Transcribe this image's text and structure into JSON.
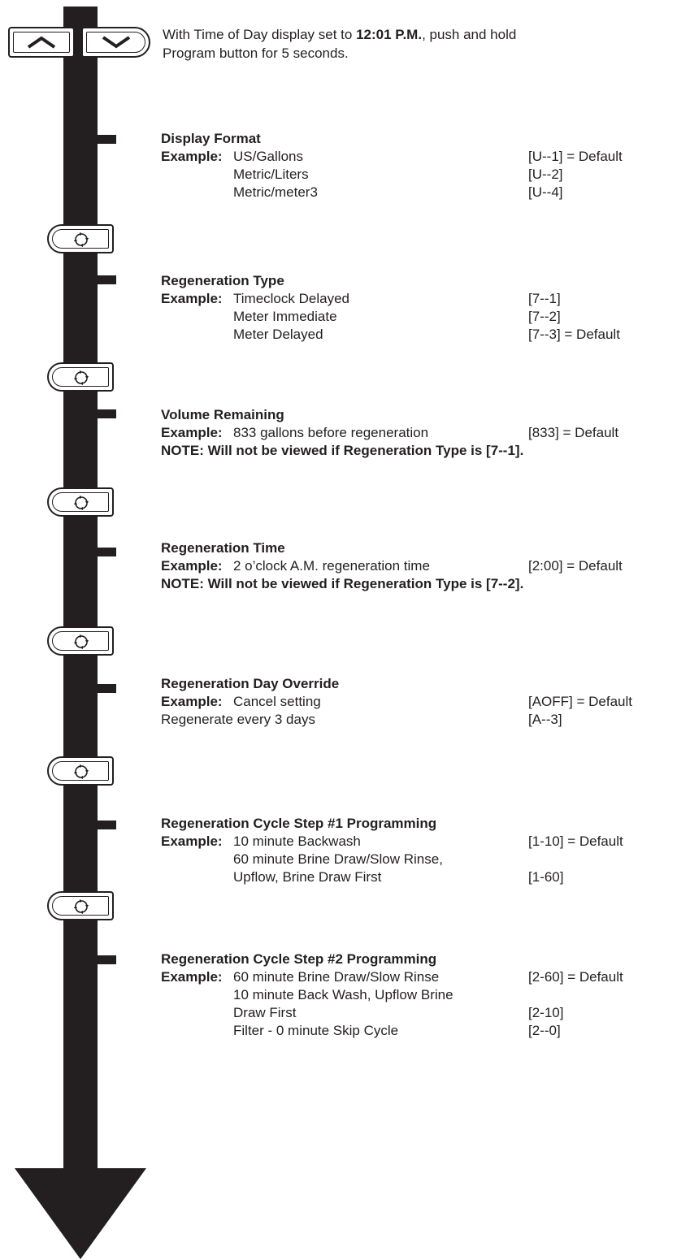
{
  "intro": {
    "pre": "With Time of Day display set to ",
    "time": "12:01 P.M.",
    "post": ", push and hold",
    "line2": "Program button for 5 seconds."
  },
  "icons": {
    "up": "chevron-up-icon",
    "down": "chevron-down-icon",
    "program": "recycle-arrows-icon"
  },
  "sections": [
    {
      "title": "Display Format",
      "rows": [
        {
          "label": "Example:",
          "text": "US/Gallons",
          "code": "[U--1] = Default"
        },
        {
          "label": "",
          "text": "Metric/Liters",
          "code": "[U--2]"
        },
        {
          "label": "",
          "text": "Metric/meter3",
          "code": "[U--4]"
        }
      ],
      "note": ""
    },
    {
      "title": "Regeneration Type",
      "rows": [
        {
          "label": "Example:",
          "text": "Timeclock Delayed",
          "code": "[7--1]"
        },
        {
          "label": "",
          "text": "Meter Immediate",
          "code": "[7--2]"
        },
        {
          "label": "",
          "text": "Meter Delayed",
          "code": "[7--3] = Default"
        }
      ],
      "note": ""
    },
    {
      "title": "Volume Remaining",
      "rows": [
        {
          "label": "Example:",
          "text": "833 gallons before regeneration",
          "code": "[833] = Default"
        }
      ],
      "note": "NOTE: Will not be viewed if Regeneration Type is [7--1]."
    },
    {
      "title": "Regeneration Time",
      "rows": [
        {
          "label": "Example:",
          "text": "2 o’clock A.M. regeneration time",
          "code": "[2:00] = Default"
        }
      ],
      "note": "NOTE: Will not be viewed if Regeneration Type is [7--2]."
    },
    {
      "title": "Regeneration Day Override",
      "rows": [
        {
          "label": "Example:",
          "text": "Cancel setting",
          "code": "[AOFF] = Default"
        },
        {
          "label": "",
          "text": "Regenerate every 3 days",
          "code": "[A--3]"
        }
      ],
      "note": ""
    },
    {
      "title": "Regeneration Cycle Step #1 Programming",
      "rows": [
        {
          "label": "Example:",
          "text": "10 minute Backwash",
          "code": "[1-10] = Default"
        },
        {
          "label": "",
          "text": "60 minute Brine Draw/Slow Rinse,",
          "code": ""
        },
        {
          "label": "",
          "text": "Upflow, Brine Draw First",
          "code": "[1-60]"
        }
      ],
      "note": ""
    },
    {
      "title": "Regeneration Cycle Step #2 Programming",
      "rows": [
        {
          "label": "Example:",
          "text": "60 minute Brine Draw/Slow Rinse",
          "code": "[2-60] = Default"
        },
        {
          "label": "",
          "text": "10 minute Back Wash, Upflow Brine",
          "code": ""
        },
        {
          "label": "",
          "text": "Draw First",
          "code": "[2-10]"
        },
        {
          "label": "",
          "text": "Filter - 0 minute Skip Cycle",
          "code": "[2--0]"
        }
      ],
      "note": ""
    }
  ]
}
